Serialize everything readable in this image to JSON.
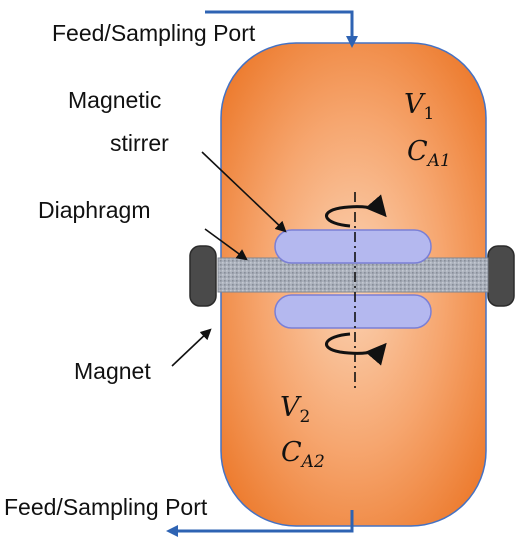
{
  "labels": {
    "feed_top": "Feed/Sampling Port",
    "feed_bottom": "Feed/Sampling Port",
    "magnetic": "Magnetic",
    "stirrer": "stirrer",
    "diaphragm": "Diaphragm",
    "magnet": "Magnet"
  },
  "chamber_top": {
    "volume": {
      "symbol": "V",
      "sub": "1"
    },
    "concentration": {
      "symbol": "C",
      "sub": "A1"
    }
  },
  "chamber_bottom": {
    "volume": {
      "symbol": "V",
      "sub": "2"
    },
    "concentration": {
      "symbol": "C",
      "sub": "A2"
    }
  },
  "colors": {
    "vessel_core": "#fbd3b4",
    "vessel_mid": "#f6a66f",
    "vessel_edge": "#ed7d31",
    "vessel_outline": "#4472c4",
    "port_line": "#2e63b3",
    "stirrer_fill": "#b4b8ef",
    "stirrer_outline": "#7a7fd6",
    "diaphragm": "#9aa0ab",
    "magnet": "#4a4a4a",
    "text": "#111111"
  },
  "icons": [
    "rotation-arrow-icon",
    "pointer-arrow-icon"
  ]
}
